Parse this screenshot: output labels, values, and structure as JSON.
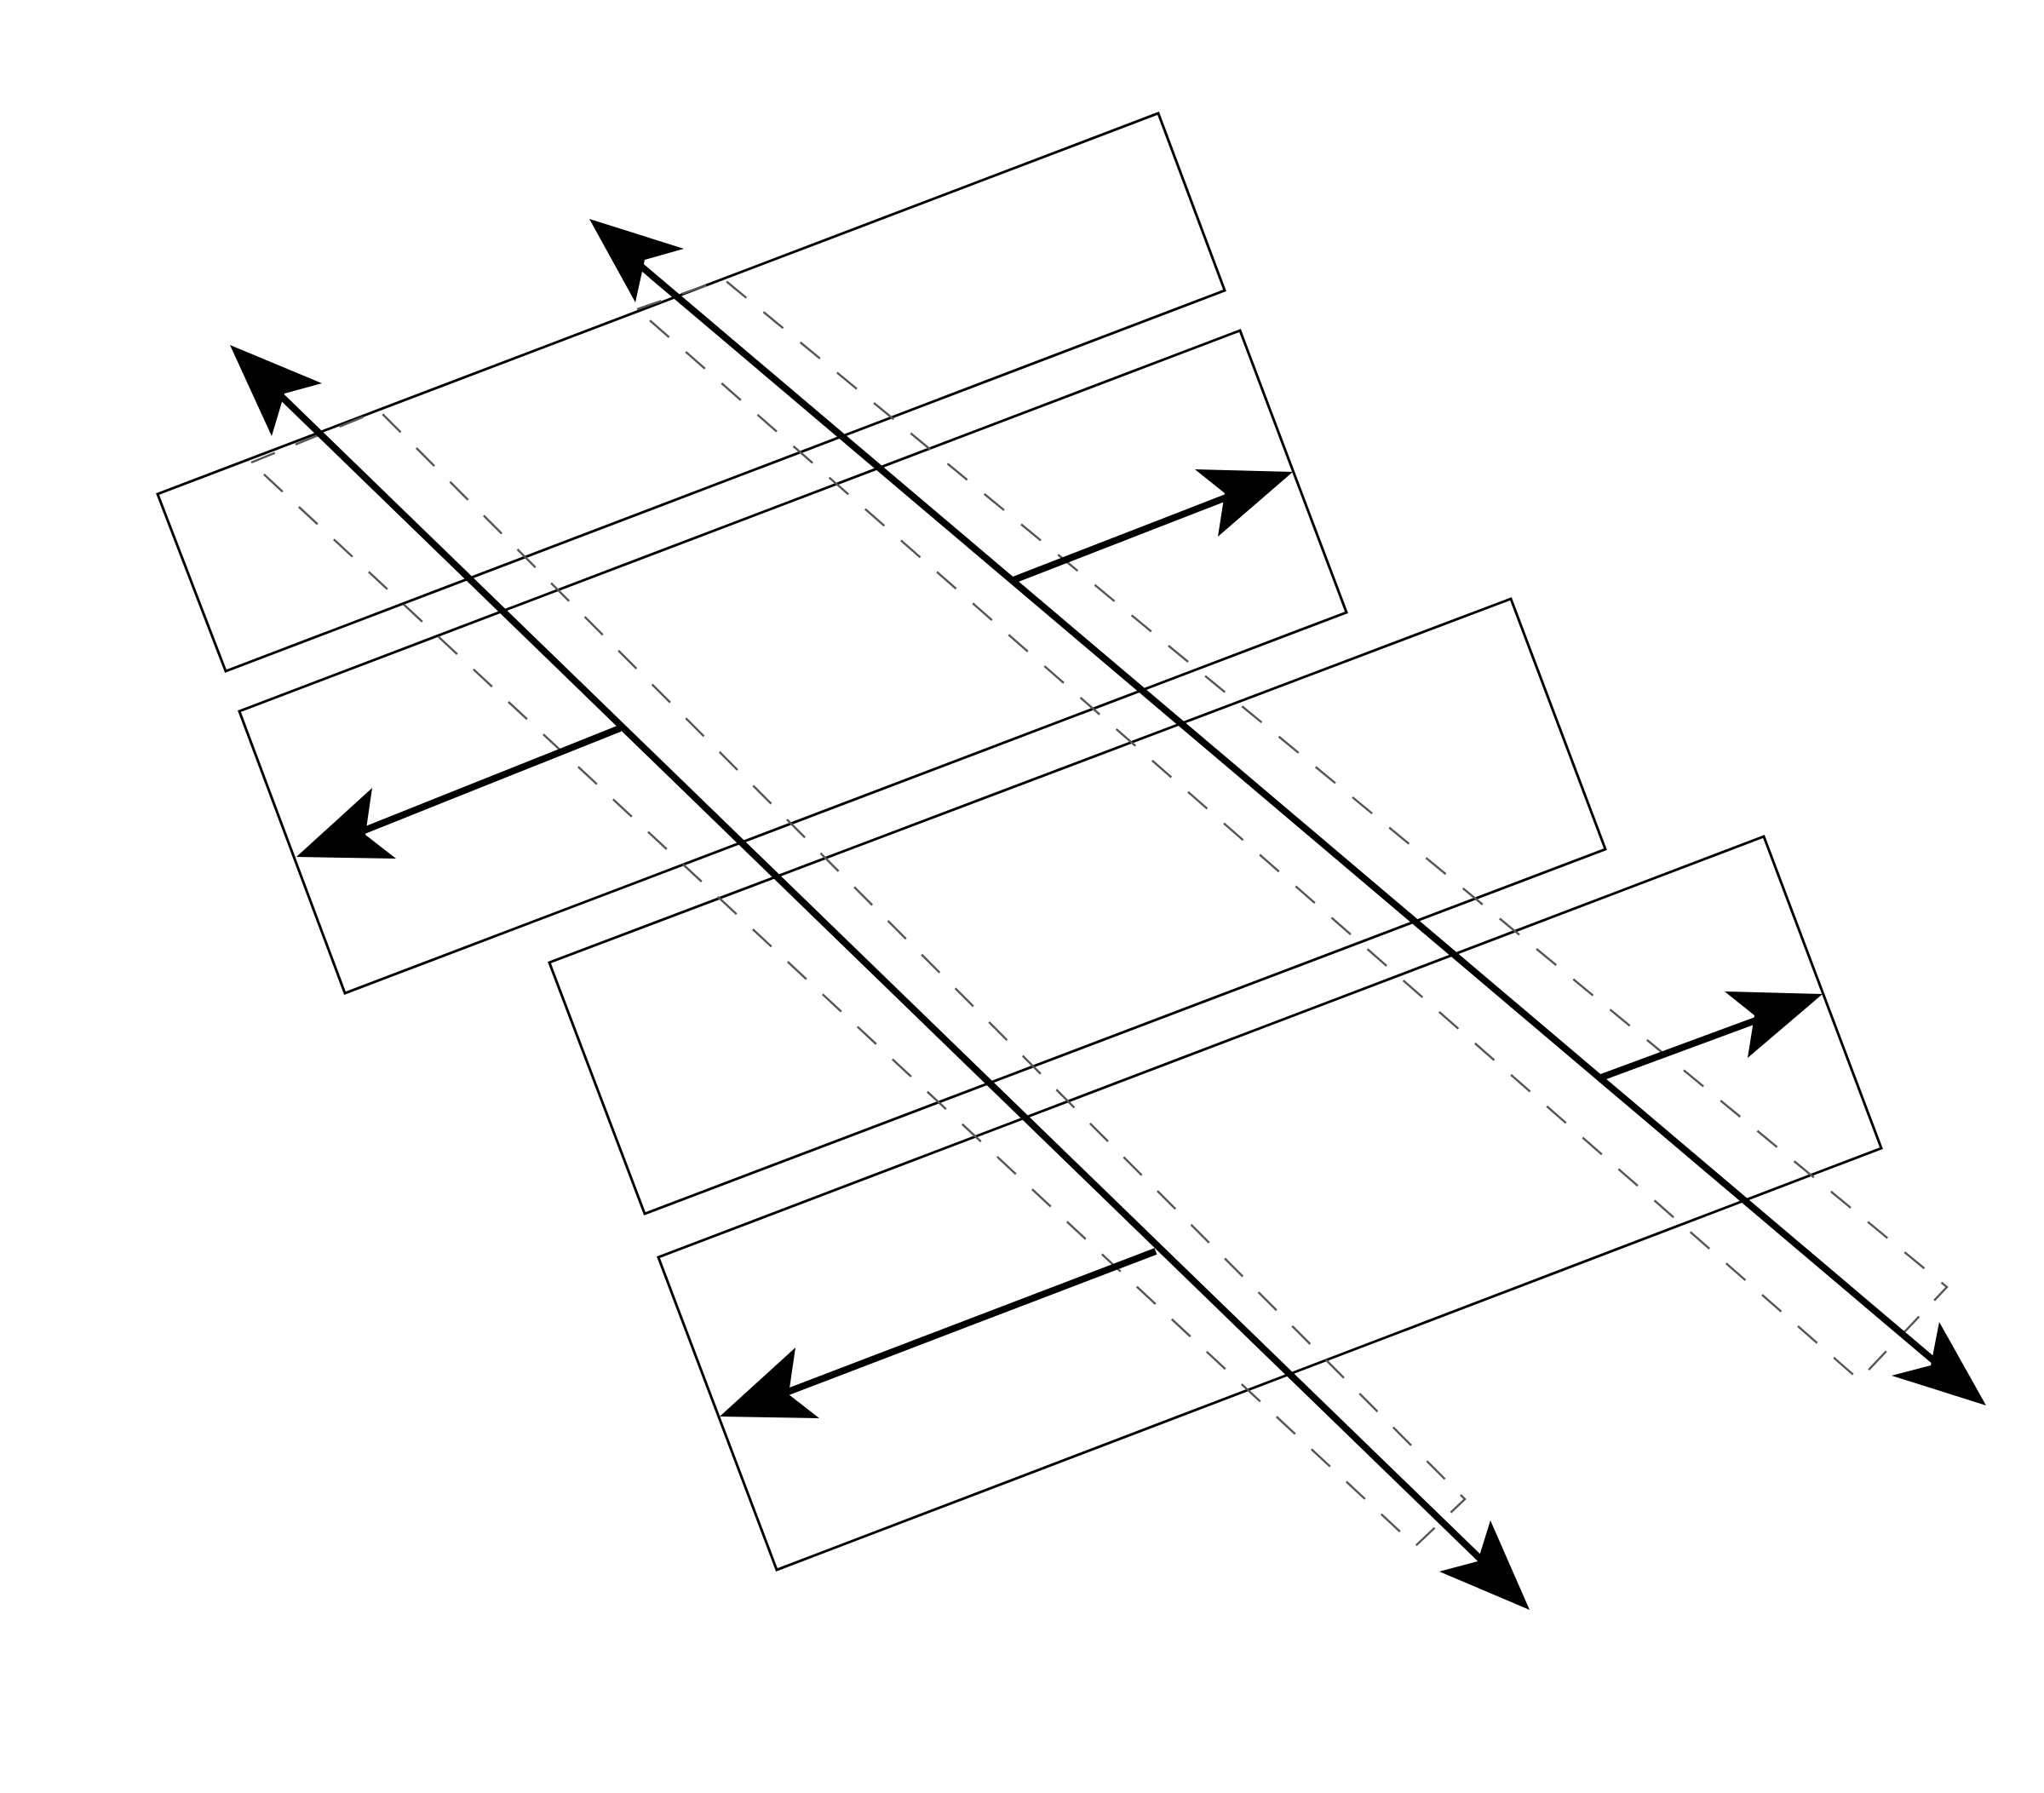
{
  "colors": {
    "background": "#ffffff",
    "panel_stroke": "#000000",
    "arrow": "#000000",
    "dashed_guide": "#555555"
  },
  "elements": {
    "panels": [
      "panel",
      "panel",
      "panel",
      "panel"
    ],
    "dashed_guides": [
      "dashed-guide",
      "dashed-guide"
    ],
    "long_arrows": [
      "double-headed-diagonal-arrow",
      "double-headed-diagonal-arrow"
    ],
    "short_arrows": [
      "single-headed-arrow",
      "single-headed-arrow",
      "single-headed-arrow",
      "single-headed-arrow"
    ]
  }
}
